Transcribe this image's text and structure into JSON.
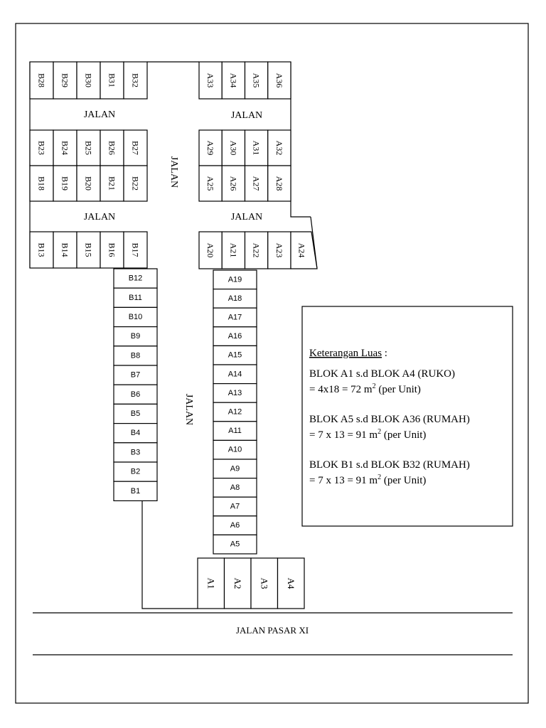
{
  "roads": {
    "top_left": "JALAN",
    "top_right": "JALAN",
    "middle_left": "JALAN",
    "middle_right": "JALAN",
    "center_vertical_top": "JALAN",
    "center_vertical_bottom": "JALAN",
    "main_road": "JALAN PASAR XI"
  },
  "blocks": {
    "b_row1": [
      "B28",
      "B29",
      "B30",
      "B31",
      "B32"
    ],
    "b_row2": [
      "B23",
      "B24",
      "B25",
      "B26",
      "B27"
    ],
    "b_row3": [
      "B18",
      "B19",
      "B20",
      "B21",
      "B22"
    ],
    "b_row4": [
      "B13",
      "B14",
      "B15",
      "B16",
      "B17"
    ],
    "a_row1": [
      "A33",
      "A34",
      "A35",
      "A36"
    ],
    "a_row2": [
      "A29",
      "A30",
      "A31",
      "A32"
    ],
    "a_row3": [
      "A25",
      "A26",
      "A27",
      "A28"
    ],
    "a_row4": [
      "A20",
      "A21",
      "A22",
      "A23",
      "A24"
    ],
    "b_column": [
      "B12",
      "B11",
      "B10",
      "B9",
      "B8",
      "B7",
      "B6",
      "B5",
      "B4",
      "B3",
      "B2",
      "B1"
    ],
    "a_column": [
      "A19",
      "A18",
      "A17",
      "A16",
      "A15",
      "A14",
      "A13",
      "A12",
      "A11",
      "A10",
      "A9",
      "A8",
      "A7",
      "A6",
      "A5"
    ],
    "ruko": [
      "A1",
      "A2",
      "A3",
      "A4"
    ]
  },
  "legend": {
    "title": "Keterangan Luas",
    "title_suffix": " :",
    "entries": [
      {
        "label": "BLOK A1 s.d BLOK A4 (RUKO)",
        "area_prefix": "= 4x18 = 72 m",
        "sup": "2",
        "area_suffix": " (per Unit)"
      },
      {
        "label": "BLOK A5 s.d BLOK A36 (RUMAH)",
        "area_prefix": "= 7 x 13 = 91 m",
        "sup": "2",
        "area_suffix": " (per Unit)"
      },
      {
        "label": "BLOK B1 s.d BLOK B32 (RUMAH)",
        "area_prefix": "= 7 x 13 = 91 m",
        "sup": "2",
        "area_suffix": " (per Unit)"
      }
    ]
  }
}
